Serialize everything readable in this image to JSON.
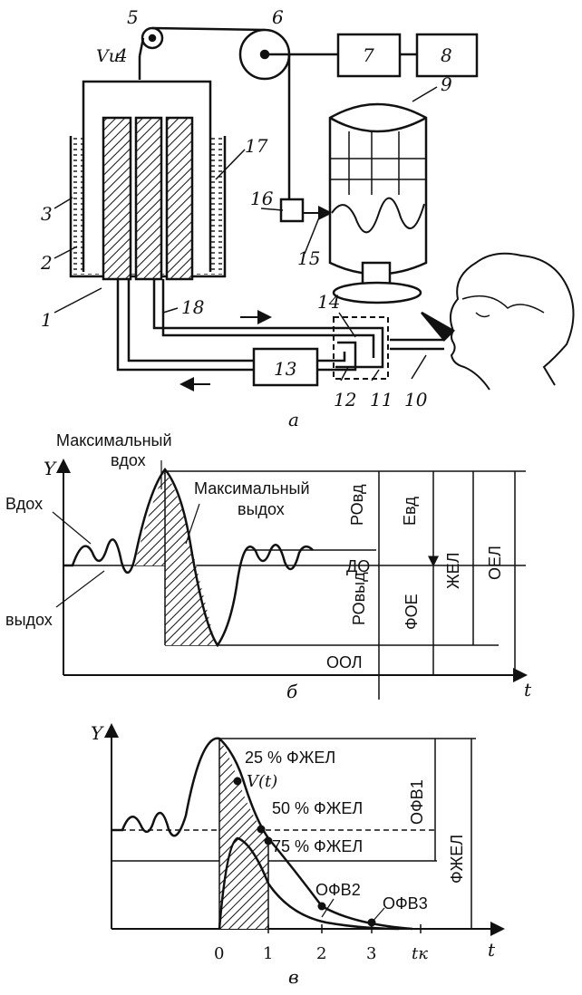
{
  "panel_a": {
    "caption": "а",
    "volume_label": "Vи",
    "numbers": [
      "1",
      "2",
      "3",
      "4",
      "5",
      "6",
      "7",
      "8",
      "9",
      "10",
      "11",
      "12",
      "13",
      "14",
      "15",
      "16",
      "17",
      "18"
    ]
  },
  "panel_b": {
    "caption": "б",
    "y_axis": "Y",
    "x_axis": "t",
    "label_max_inhale": [
      "Максимальный",
      "вдох"
    ],
    "label_max_exhale": [
      "Максимальный",
      "выдох"
    ],
    "label_inhale": "Вдох",
    "label_exhale": "выдох",
    "level_DO": "ДО",
    "level_OOL": "ООЛ",
    "label_RO_vd": "РОвд",
    "label_RO_vyd": "РОвыд",
    "label_E_vd": "Евд",
    "label_FOE": "ФОЕ",
    "label_ZhEL": "ЖЕЛ",
    "label_OEL": "ОЕЛ"
  },
  "panel_c": {
    "caption": "в",
    "y_axis": "Y",
    "x_axis": "t",
    "ticks": [
      "0",
      "1",
      "2",
      "3",
      "tк"
    ],
    "pct25": "25 % ФЖЕЛ",
    "pct50": "50 % ФЖЕЛ",
    "pct75": "75 % ФЖЕЛ",
    "curve_label": "V(t)",
    "OFV1": "ОФВ1",
    "OFV2": "ОФВ2",
    "OFV3": "ОФВ3",
    "FZhEL": "ФЖЕЛ"
  },
  "colors": {
    "ink": "#111111",
    "paper": "#ffffff"
  }
}
